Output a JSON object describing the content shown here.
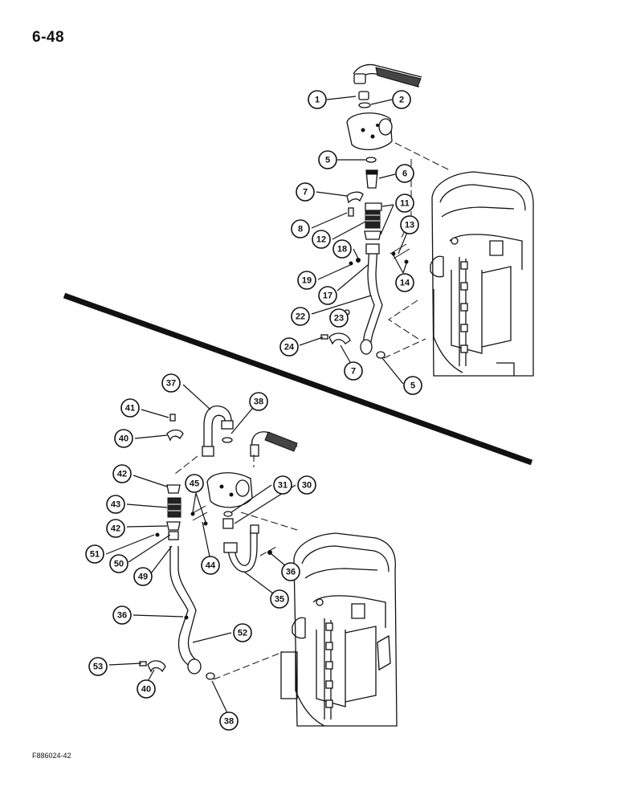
{
  "page": {
    "page_number": "6-48",
    "figure_code": "F886024-42"
  },
  "callouts": {
    "upper": [
      "1",
      "2",
      "5",
      "6",
      "7",
      "8",
      "11",
      "12",
      "13",
      "18",
      "19",
      "14",
      "17",
      "22",
      "23",
      "24",
      "7",
      "5"
    ],
    "lower": [
      "37",
      "38",
      "41",
      "40",
      "42",
      "45",
      "31",
      "30",
      "43",
      "42",
      "51",
      "50",
      "49",
      "44",
      "36",
      "35",
      "36",
      "52",
      "53",
      "40",
      "38"
    ]
  }
}
